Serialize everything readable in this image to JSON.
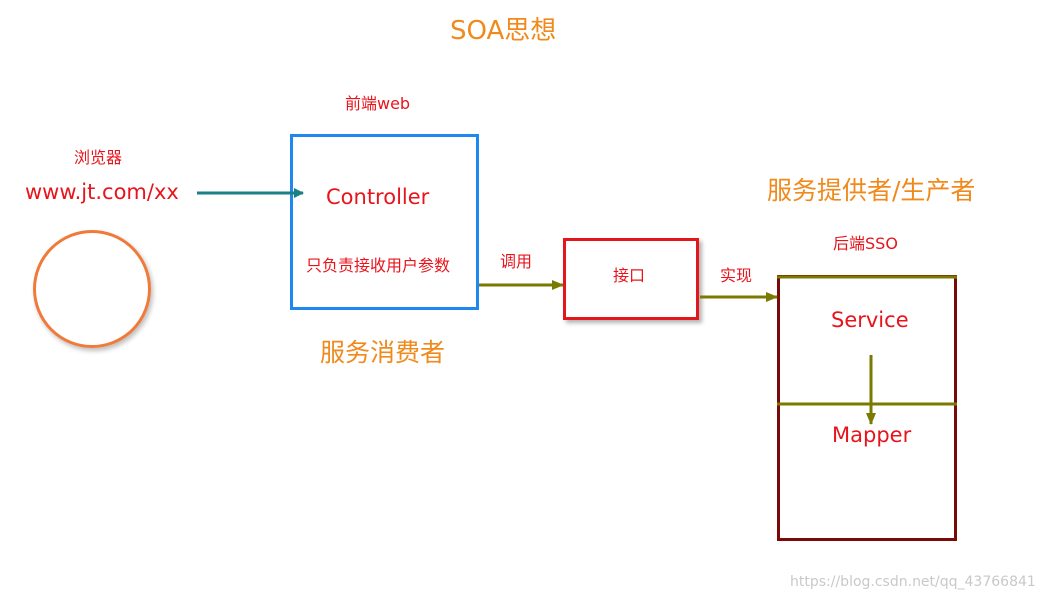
{
  "title": "SOA思想",
  "browser": {
    "label": "浏览器",
    "url": "www.jt.com/xx"
  },
  "frontend": {
    "label": "前端web",
    "controller": "Controller",
    "note": "只负责接收用户参数",
    "role": "服务消费者"
  },
  "call_label": "调用",
  "interface_label": "接口",
  "implement_label": "实现",
  "backend": {
    "role": "服务提供者/生产者",
    "label": "后端SSO",
    "service": "Service",
    "mapper": "Mapper"
  },
  "watermark": "https://blog.csdn.net/qq_43766841",
  "colors": {
    "text_red": "#e8141c",
    "text_orange": "#f08a1c",
    "arrow_teal": "#1a7f86",
    "arrow_olive": "#7a7a00",
    "frontend_border": "#1e87f0",
    "interface_border": "#e3161b",
    "backend_border": "#7a0a0a",
    "circle": "#f07a3a"
  }
}
